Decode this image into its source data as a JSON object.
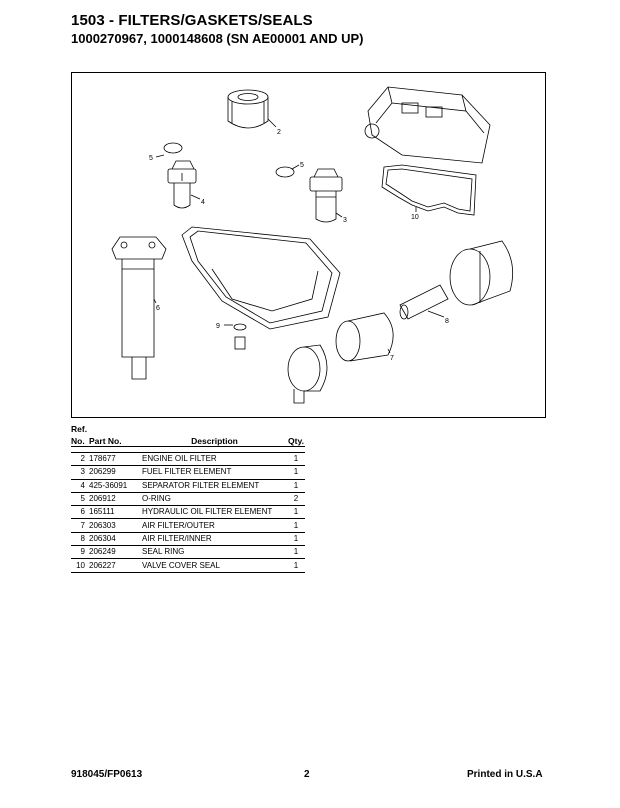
{
  "header": {
    "title": "1503 - FILTERS/GASKETS/SEALS",
    "subtitle": "1000270967, 1000148608 (SN AE00001 AND UP)"
  },
  "figure": {
    "callouts": [
      "2",
      "5",
      "4",
      "5",
      "3",
      "10",
      "6",
      "9",
      "8",
      "7"
    ]
  },
  "table": {
    "ref_label": "Ref.",
    "headers": {
      "no": "No.",
      "part_no": "Part No.",
      "description": "Description",
      "qty": "Qty."
    },
    "rows": [
      {
        "no": "2",
        "part_no": "178677",
        "description": "ENGINE OIL FILTER",
        "qty": "1"
      },
      {
        "no": "3",
        "part_no": "206299",
        "description": "FUEL FILTER ELEMENT",
        "qty": "1"
      },
      {
        "no": "4",
        "part_no": "425-36091",
        "description": "SEPARATOR FILTER ELEMENT",
        "qty": "1"
      },
      {
        "no": "5",
        "part_no": "206912",
        "description": "O-RING",
        "qty": "2"
      },
      {
        "no": "6",
        "part_no": "165111",
        "description": "HYDRAULIC OIL FILTER ELEMENT",
        "qty": "1"
      },
      {
        "no": "7",
        "part_no": "206303",
        "description": "AIR FILTER/OUTER",
        "qty": "1"
      },
      {
        "no": "8",
        "part_no": "206304",
        "description": "AIR FILTER/INNER",
        "qty": "1"
      },
      {
        "no": "9",
        "part_no": "206249",
        "description": "SEAL RING",
        "qty": "1"
      },
      {
        "no": "10",
        "part_no": "206227",
        "description": "VALVE COVER SEAL",
        "qty": "1"
      }
    ]
  },
  "footer": {
    "left": "918045/FP0613",
    "center": "2",
    "right": "Printed in U.S.A"
  }
}
